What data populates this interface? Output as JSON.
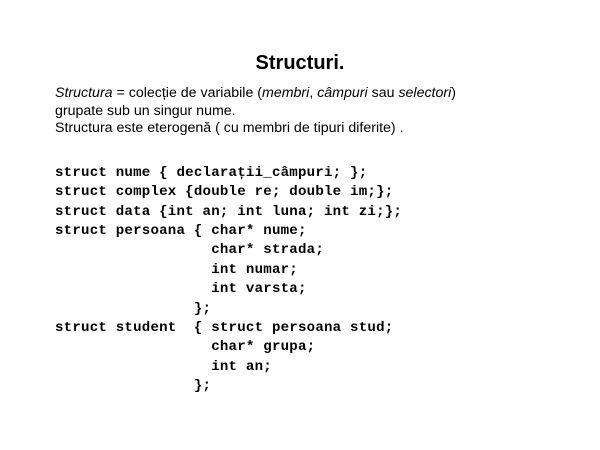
{
  "slide": {
    "title": "Structuri.",
    "background_color": "#ffffff",
    "text_color": "#000000"
  },
  "body": {
    "lines": [
      {
        "id": "definition-line-1",
        "segments": [
          {
            "text": "Structura",
            "italic": true
          },
          {
            "text": " = colecție de variabile (",
            "italic": false
          },
          {
            "text": "membri",
            "italic": true
          },
          {
            "text": ", ",
            "italic": false
          },
          {
            "text": "câmpuri",
            "italic": true
          },
          {
            "text": " sau ",
            "italic": false
          },
          {
            "text": "selectori",
            "italic": true
          },
          {
            "text": ")",
            "italic": false
          }
        ]
      },
      {
        "id": "definition-line-2",
        "segments": [
          {
            "text": "grupate sub un singur nume.",
            "italic": false
          }
        ]
      },
      {
        "id": "definition-line-3",
        "segments": [
          {
            "text": "Structura este eterogenă ( cu membri de tipuri diferite) .",
            "italic": false
          }
        ]
      }
    ]
  },
  "code": {
    "language": "C",
    "lines": [
      "struct nume { declarații_câmpuri; };",
      "struct complex {double re; double im;};",
      "struct data {int an; int luna; int zi;};",
      "struct persoana { char* nume;",
      "                  char* strada;",
      "                  int numar;",
      "                  int varsta;",
      "                };",
      "struct student  { struct persoana stud;",
      "                  char* grupa;",
      "                  int an;",
      "                };"
    ]
  }
}
